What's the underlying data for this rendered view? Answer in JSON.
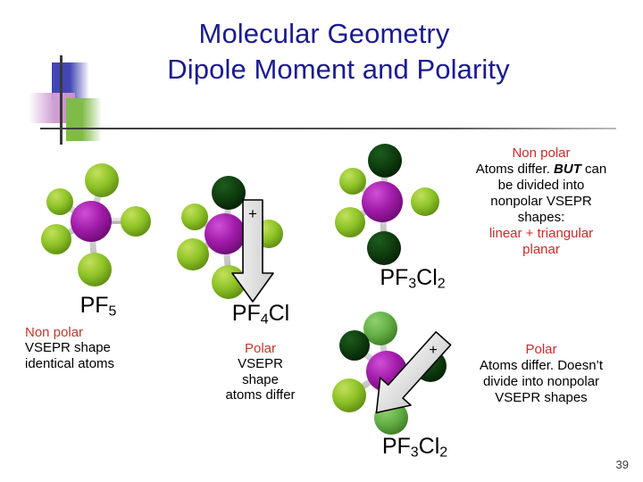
{
  "slide": {
    "title_line1": "Molecular Geometry",
    "title_line2": "Dipole Moment and Polarity",
    "number": "39"
  },
  "colors": {
    "title_blue": "#1b1b8f",
    "accent_red": "#cc2b2b",
    "phosphorus_magenta": "#a01ba8",
    "fluorine_yellow_green": "#8cc226",
    "chlorine_dark_green": "#0c3a0c",
    "chlorine_mid_green": "#63af44",
    "bond_gray": "#c9c9c9",
    "arrow_fill": "#e0e0e0",
    "arrow_stroke": "#000000",
    "deco_blue": "#4245b4",
    "deco_pink": "#cf9fd2",
    "deco_green": "#7fbb48",
    "rule_dark": "#3a3a3a"
  },
  "molecules": [
    {
      "id": "pf5",
      "formula_main": "PF",
      "formula_sub": "5",
      "caption_header": "Non polar",
      "caption_lines": [
        "VSEPR shape",
        "identical atoms"
      ],
      "arrow": null,
      "atom_legend": {
        "center": "phosphorus",
        "outer": [
          "fluorine",
          "fluorine",
          "fluorine",
          "fluorine",
          "fluorine"
        ]
      }
    },
    {
      "id": "pf4cl",
      "formula_main": "PF",
      "formula_sub": "4",
      "formula_tail": "Cl",
      "caption_header": "Polar",
      "caption_lines": [
        "VSEPR",
        "shape",
        "atoms differ"
      ],
      "arrow": {
        "direction": "down",
        "sign": "+"
      },
      "atom_legend": {
        "center": "phosphorus",
        "outer": [
          "chlorine",
          "fluorine",
          "fluorine",
          "fluorine",
          "fluorine"
        ]
      }
    },
    {
      "id": "pf3cl2-top",
      "formula_main": "PF",
      "formula_sub": "3",
      "formula_tail": "Cl",
      "formula_sub2": "2",
      "note_header": "Non polar",
      "note_body_pre": "Atoms differ. ",
      "note_body_bold": "BUT",
      "note_body_post": " can be divided into nonpolar VSEPR shapes:",
      "note_footer": "linear + triangular planar",
      "arrow": null,
      "atom_legend": {
        "center": "phosphorus",
        "outer": [
          "chlorine",
          "chlorine",
          "fluorine",
          "fluorine",
          "fluorine"
        ]
      }
    },
    {
      "id": "pf3cl2-bottom",
      "formula_main": "PF",
      "formula_sub": "3",
      "formula_tail": "Cl",
      "formula_sub2": "2",
      "note_header": "Polar",
      "note_body": "Atoms differ. Doesn’t divide into nonpolar VSEPR shapes",
      "arrow": {
        "direction": "down-left",
        "sign": "+"
      },
      "atom_legend": {
        "center": "phosphorus",
        "outer": [
          "chlorine",
          "chlorine",
          "chlorine",
          "chlorine",
          "fluorine"
        ]
      }
    }
  ],
  "notes": {
    "top_right": {
      "header": "Non polar",
      "line1_pre": "Atoms differ. ",
      "line1_bold": "BUT",
      "line1_post": " can",
      "line2": "be divided into",
      "line3": "nonpolar VSEPR",
      "line4": "shapes:",
      "red_line1": "linear + triangular",
      "red_line2": "planar"
    },
    "bottom_right": {
      "header": "Polar",
      "line1": "Atoms differ. Doesn’t",
      "line2": "divide into nonpolar",
      "line3": "VSEPR shapes"
    }
  }
}
